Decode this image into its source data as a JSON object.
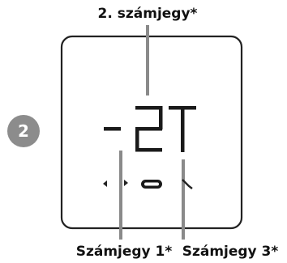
{
  "labels": {
    "top": "2. számjegy*",
    "bottom_left": "Számjegy 1*",
    "bottom_right": "Számjegy 3*"
  },
  "step_badge": {
    "number": "2",
    "color": "#8c8c8c"
  },
  "display": {
    "reading": "-2T",
    "segment_color": "#1a1a1a",
    "frame_color": "#222222"
  },
  "icons": [
    "arrow-left-icon",
    "arrow-right-icon",
    "pill-icon",
    "check-icon"
  ]
}
